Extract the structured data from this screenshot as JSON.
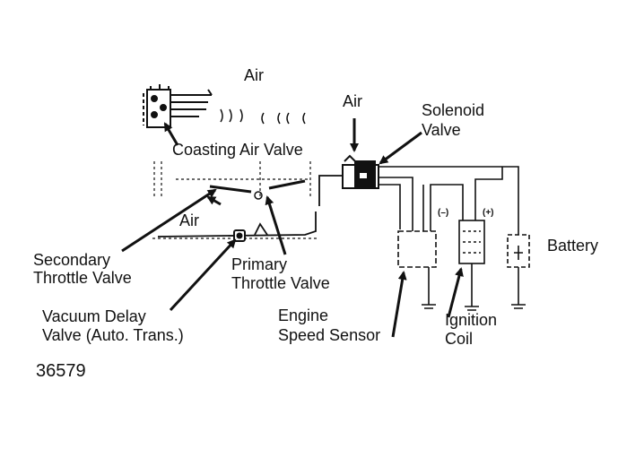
{
  "labels": {
    "air_top": "Air",
    "air_solenoid": "Air",
    "air_throttle": "Air",
    "coasting_air_valve": "Coasting Air Valve",
    "solenoid_valve_1": "Solenoid",
    "solenoid_valve_2": "Valve",
    "secondary_throttle_1": "Secondary",
    "secondary_throttle_2": "Throttle Valve",
    "primary_throttle_1": "Primary",
    "primary_throttle_2": "Throttle Valve",
    "vacuum_delay_1": "Vacuum Delay",
    "vacuum_delay_2": "Valve (Auto. Trans.)",
    "engine_speed_1": "Engine",
    "engine_speed_2": "Speed Sensor",
    "ignition_coil_1": "Ignition",
    "ignition_coil_2": "Coil",
    "battery": "Battery",
    "coil_neg": "(–)",
    "coil_pos": "(+)",
    "figure_number": "36579"
  }
}
